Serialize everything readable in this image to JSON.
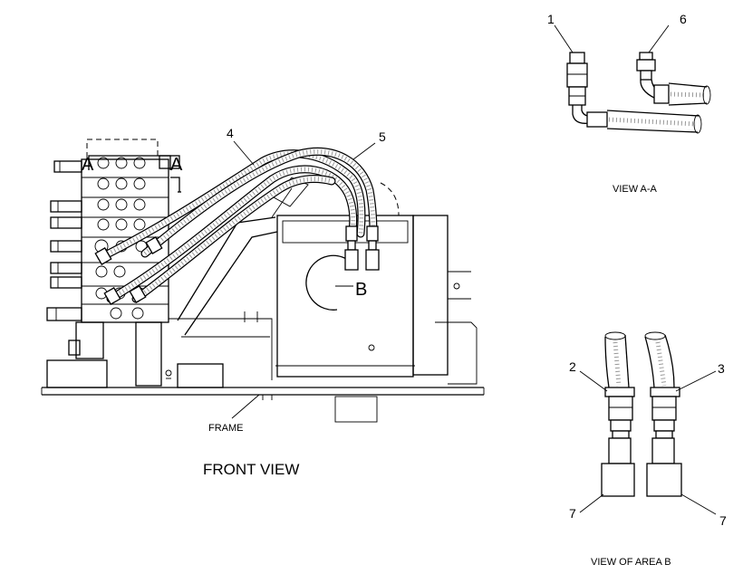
{
  "callouts": {
    "c1": "1",
    "c2": "2",
    "c3": "3",
    "c4": "4",
    "c5": "5",
    "c6": "6",
    "c7a": "7",
    "c7b": "7"
  },
  "section_marks": {
    "a_left": "A",
    "a_right": "A",
    "b": "B"
  },
  "labels": {
    "frame": "FRAME",
    "front_view": "FRONT VIEW",
    "view_aa": "VIEW A-A",
    "view_area_b": "VIEW OF AREA B"
  }
}
